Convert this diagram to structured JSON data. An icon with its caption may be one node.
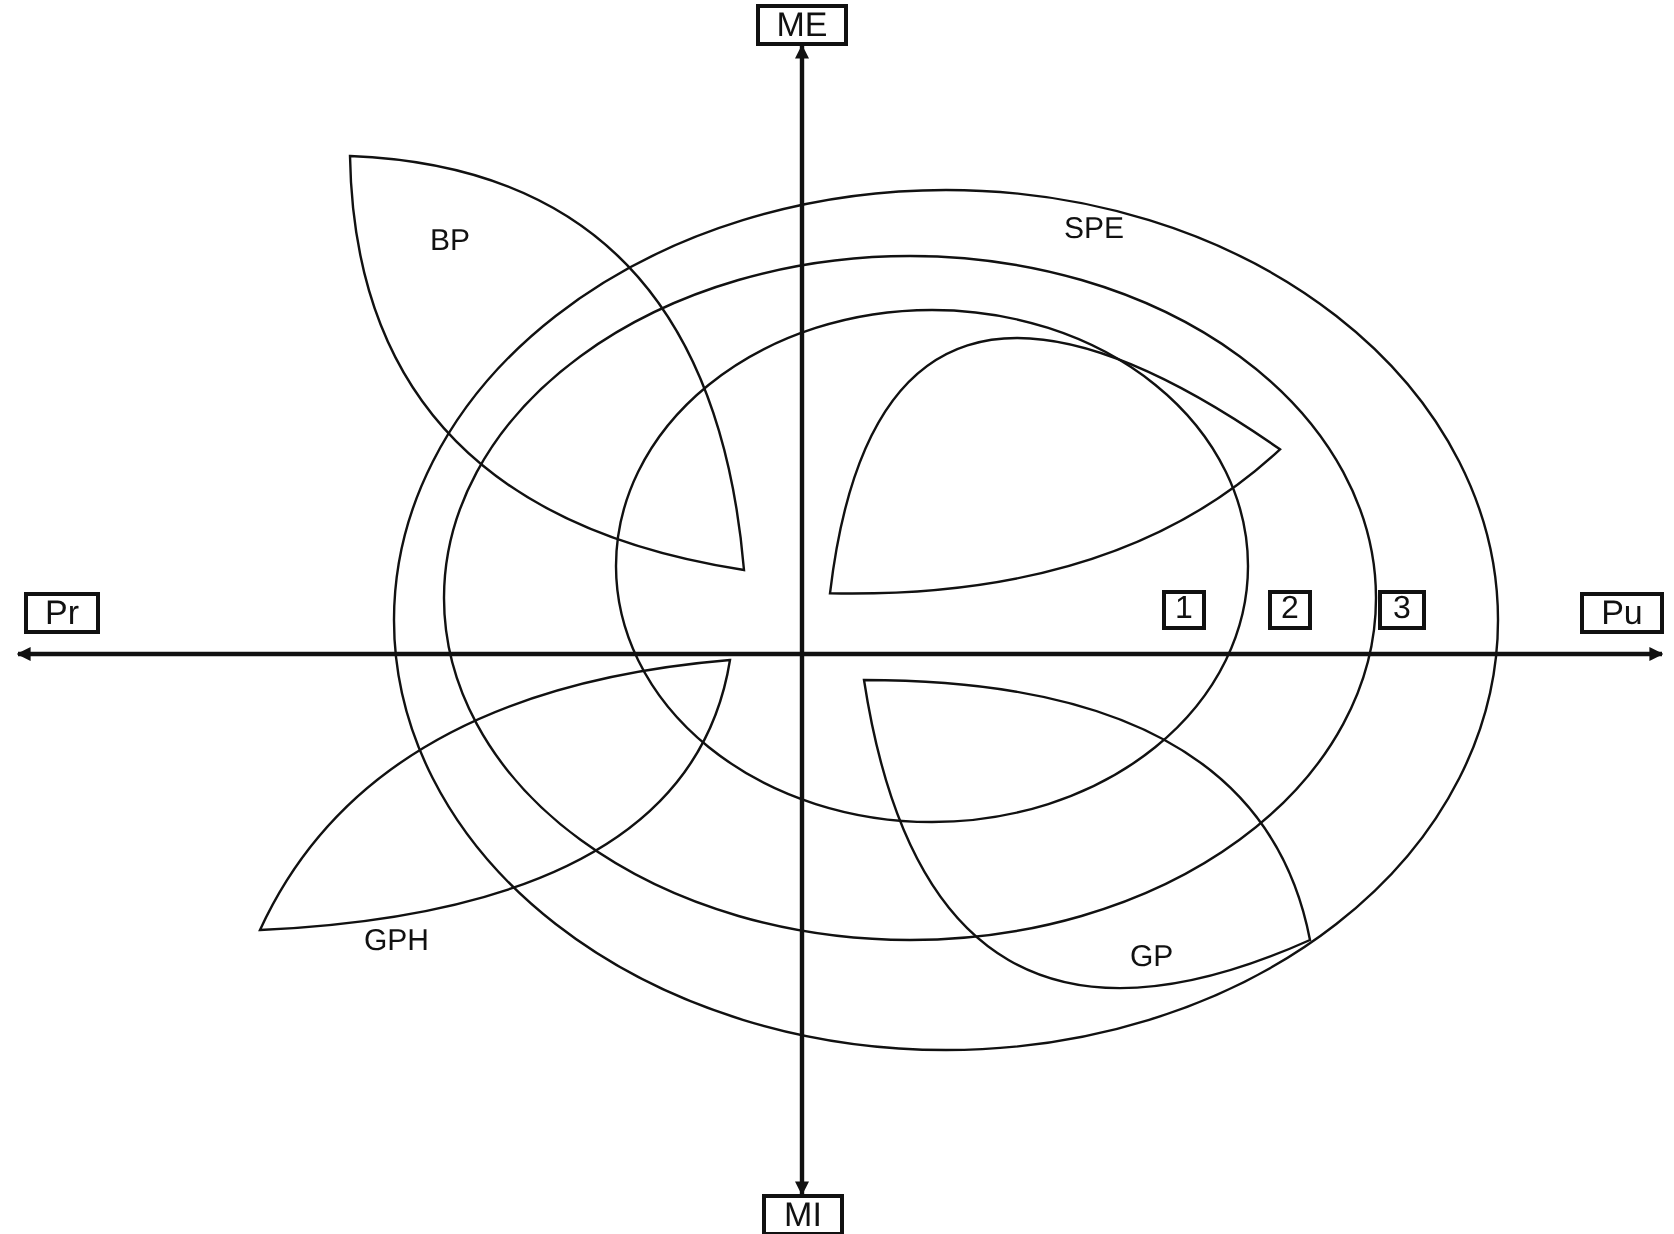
{
  "diagram": {
    "nodes": [
      {
        "text": [
          "ME"
        ]
      },
      {
        "text": [
          "BP"
        ]
      },
      {
        "text": [
          "SPE"
        ]
      },
      {
        "text": [
          "Pr"
        ]
      },
      {
        "text": [
          "1"
        ]
      },
      {
        "text": [
          "2"
        ]
      },
      {
        "text": [
          "3"
        ]
      },
      {
        "text": [
          "Pu"
        ]
      },
      {
        "text": [
          "GPH"
        ]
      },
      {
        "text": [
          "GP"
        ]
      },
      {
        "text": [
          "MI"
        ]
      }
    ],
    "edges": [
      {
        "from": 0,
        "to": 10,
        "arrow": "both"
      },
      {
        "from": 3,
        "to": 7,
        "arrow": "both"
      }
    ]
  }
}
